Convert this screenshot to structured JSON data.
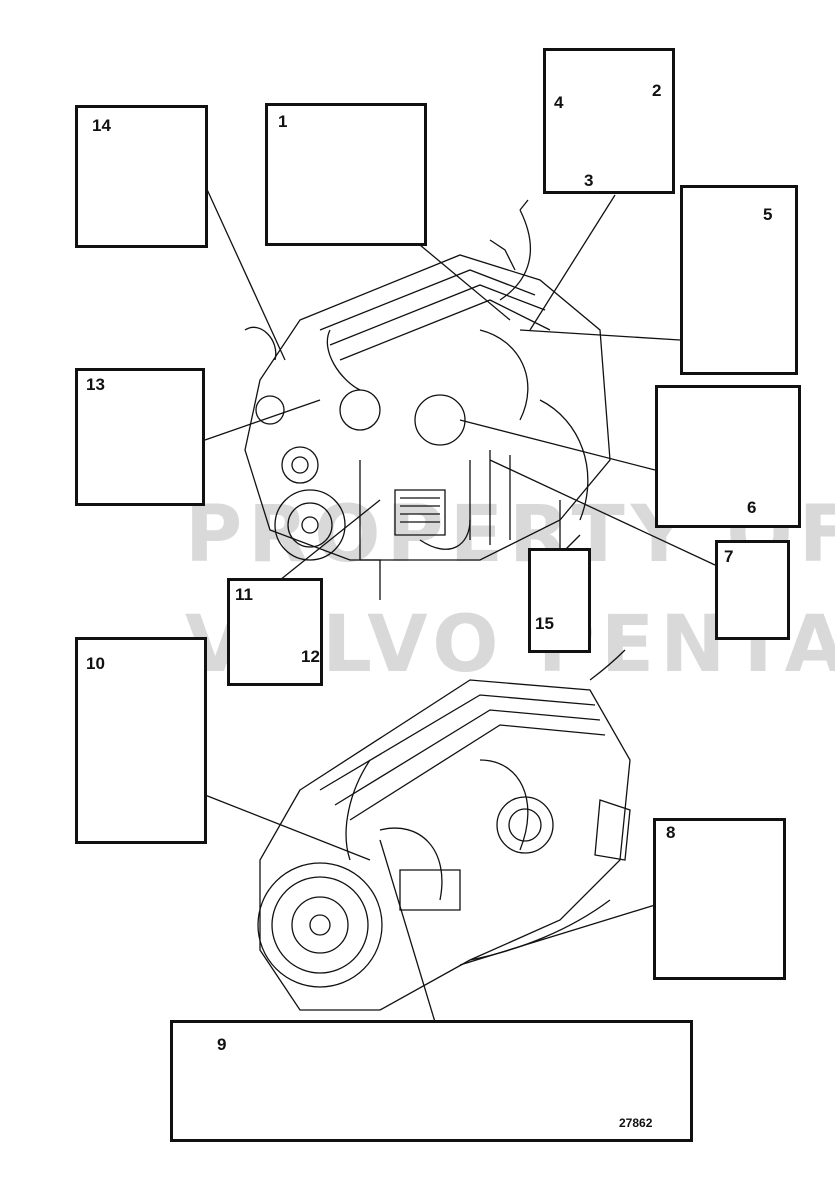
{
  "watermark": {
    "line1": "PROPERTY OF",
    "line2": "VOLVO PENTA"
  },
  "callouts": {
    "c1": "1",
    "c2": "2",
    "c3": "3",
    "c4": "4",
    "c5": "5",
    "c6": "6",
    "c7": "7",
    "c8": "8",
    "c9": "9",
    "c10": "10",
    "c11": "11",
    "c12": "12",
    "c13": "13",
    "c14": "14",
    "c15": "15"
  },
  "reference_number": "27862",
  "colors": {
    "line": "#111111",
    "watermark": "#d9d9d9",
    "background": "#ffffff"
  }
}
